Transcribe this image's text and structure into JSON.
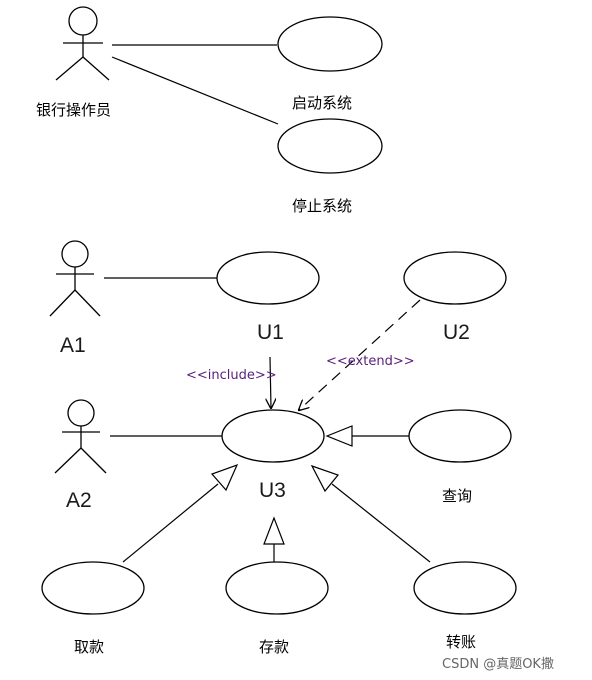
{
  "diagram": {
    "top": {
      "actor_label": "银行操作员",
      "use_cases": [
        "启动系统",
        "停止系统"
      ]
    },
    "bottom": {
      "actors": [
        "A1",
        "A2"
      ],
      "use_cases": {
        "u1": "U1",
        "u2": "U2",
        "u3": "U3",
        "query": "查询",
        "withdraw": "取款",
        "deposit": "存款",
        "transfer": "转账"
      },
      "stereotypes": {
        "include": "<<include>>",
        "extend": "<<extend>>"
      }
    }
  },
  "watermark": "CSDN @真题OK撒"
}
